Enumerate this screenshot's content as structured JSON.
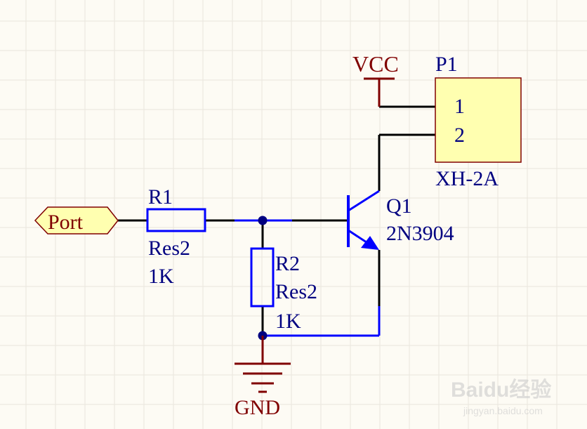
{
  "schematic": {
    "port": {
      "label": "Port"
    },
    "r1": {
      "designator": "R1",
      "comment": "Res2",
      "value": "1K"
    },
    "r2": {
      "designator": "R2",
      "comment": "Res2",
      "value": "1K"
    },
    "q1": {
      "designator": "Q1",
      "part": "2N3904"
    },
    "vcc": {
      "label": "VCC"
    },
    "gnd": {
      "label": "GND"
    },
    "p1": {
      "designator": "P1",
      "pin1": "1",
      "pin2": "2",
      "part": "XH-2A"
    }
  },
  "watermark": {
    "logo": "Baidu经验",
    "url": "jingyan.baidu.com"
  },
  "colors": {
    "background": "#fdfbf4",
    "grid": "#e9e6dd",
    "wire": "#000000",
    "component": "#0000ff",
    "component_text": "#000080",
    "power": "#800000",
    "junction": "#000080",
    "connector_fill": "#ffffb0",
    "connector_stroke": "#800000"
  }
}
